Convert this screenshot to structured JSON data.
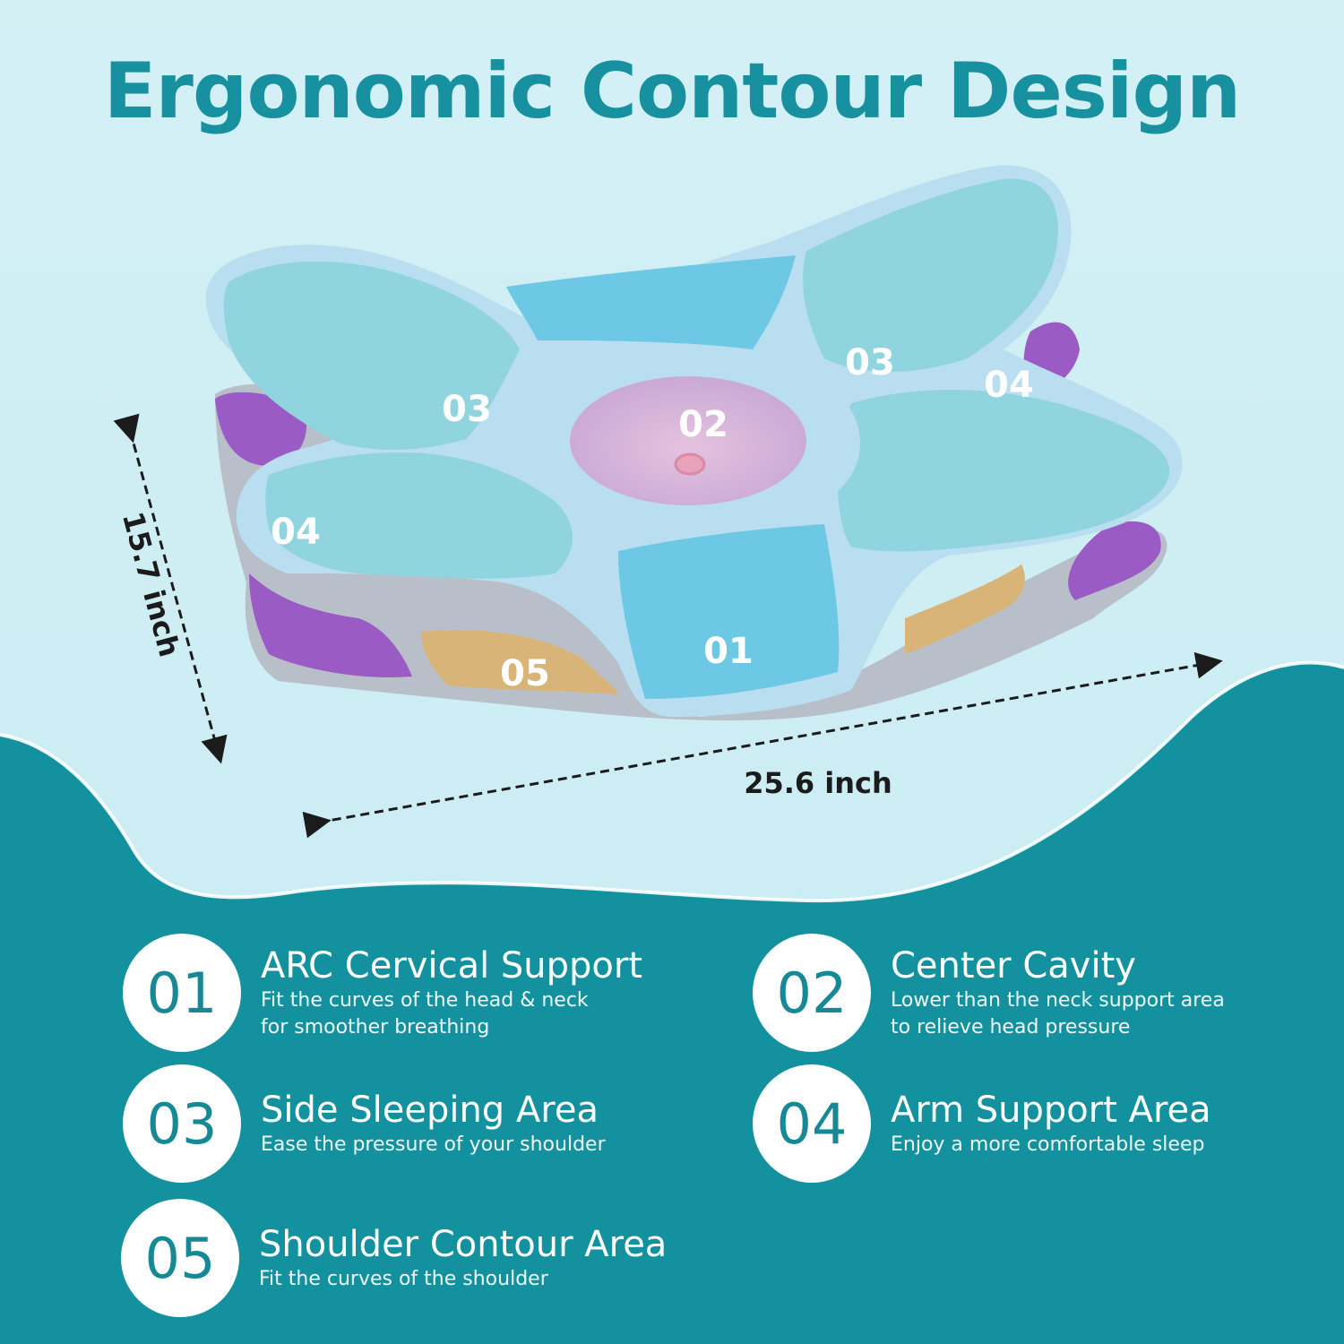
{
  "headline": "Ergonomic Contour Design",
  "diagram": {
    "zone_labels": {
      "z01": "01",
      "z02": "02",
      "z03_left": "03",
      "z03_right": "03",
      "z04_left": "04",
      "z04_right": "04",
      "z05": "05"
    },
    "dimensions": {
      "depth": "15.7 inch",
      "width": "25.6 inch"
    }
  },
  "features": [
    {
      "number": "01",
      "title": "ARC Cervical Support",
      "desc_line1": "Fit the curves of the head & neck",
      "desc_line2": "for smoother breathing"
    },
    {
      "number": "02",
      "title": "Center Cavity",
      "desc_line1": "Lower than the neck support area",
      "desc_line2": "to relieve head pressure"
    },
    {
      "number": "03",
      "title": "Side Sleeping Area",
      "desc_line1": "Ease the pressure of your shoulder"
    },
    {
      "number": "04",
      "title": "Arm Support Area",
      "desc_line1": "Enjoy a more comfortable sleep"
    },
    {
      "number": "05",
      "title": "Shoulder Contour Area",
      "desc_line1": "Fit the curves of the shoulder"
    }
  ],
  "colors": {
    "background_light": "#d6f1f6",
    "background_teal": "#14919f",
    "accent_text": "#17919f",
    "pillow_face": "#8fd4df",
    "pillow_rim": "#b8def0",
    "pillow_purple": "#9a5bc4",
    "pillow_gold": "#d9b479",
    "pillow_gray": "#b9bfc8"
  }
}
